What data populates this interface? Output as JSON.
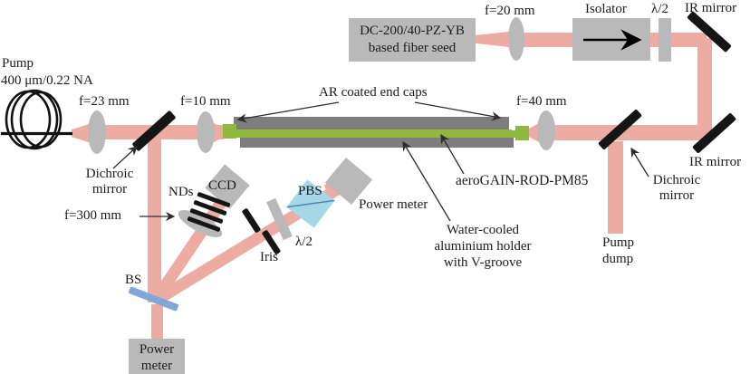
{
  "diagram": {
    "title_context": "Fiber amplifier optical setup schematic",
    "labels": {
      "pump": "Pump",
      "pump_spec": "400 μm/0.22 NA",
      "f23": "f=23 mm",
      "f10": "f=10 mm",
      "f20": "f=20 mm",
      "f40": "f=40 mm",
      "f300": "f=300 mm",
      "seed_line1": "DC-200/40-PZ-YB",
      "seed_line2": "based fiber seed",
      "isolator": "Isolator",
      "half_wave_top": "λ/2",
      "half_wave_bottom": "λ/2",
      "ir_mirror_top": "IR mirror",
      "ir_mirror_right": "IR mirror",
      "dichroic_left_1": "Dichroic",
      "dichroic_left_2": "mirror",
      "dichroic_right_1": "Dichroic",
      "dichroic_right_2": "mirror",
      "ar_caps": "AR coated end caps",
      "rod": "aeroGAIN-ROD-PM85",
      "holder_1": "Water-cooled",
      "holder_2": "aluminium holder",
      "holder_3": "with V-groove",
      "pump_dump_1": "Pump",
      "pump_dump_2": "dump",
      "nds": "NDs",
      "ccd": "CCD",
      "pbs": "PBS",
      "iris": "Iris",
      "bs": "BS",
      "power_meter_right": "Power meter",
      "power_meter_bottom_1": "Power",
      "power_meter_bottom_2": "meter"
    },
    "colors": {
      "beam_pink": "#ecaba3",
      "component_gray": "#b9b9b9",
      "holder_dark_gray": "#7d7d7d",
      "gain_green": "#8fb83e",
      "bs_blue": "#7fa8d9",
      "pbs_light_blue": "#a6d7e8",
      "mirror_black": "#151515",
      "text": "#1b1b1b"
    }
  }
}
